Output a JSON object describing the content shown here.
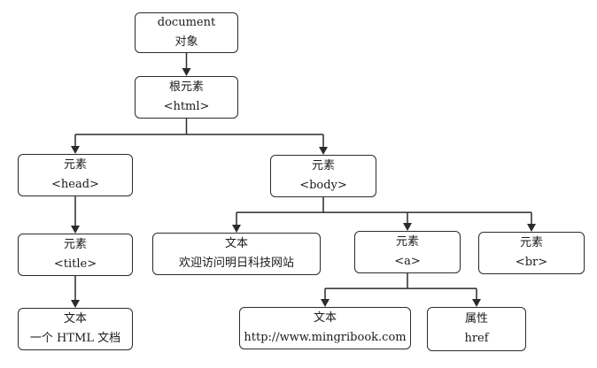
{
  "nodes": {
    "document": {
      "line1": "document",
      "line2": "对象"
    },
    "html": {
      "line1": "根元素",
      "line2": "<html>"
    },
    "head": {
      "line1": "元素",
      "line2": "<head>"
    },
    "body": {
      "line1": "元素",
      "line2": "<body>"
    },
    "title": {
      "line1": "元素",
      "line2": "<title>"
    },
    "text_title": {
      "line1": "文本",
      "line2": "一个 HTML 文档"
    },
    "text_body": {
      "line1": "文本",
      "line2": "欢迎访问明日科技网站"
    },
    "a": {
      "line1": "元素",
      "line2": "<a>"
    },
    "br": {
      "line1": "元素",
      "line2": "<br>"
    },
    "text_a": {
      "line1": "文本",
      "line2": "http://www.mingribook.com"
    },
    "attr_a": {
      "line1": "属性",
      "line2": "href"
    }
  },
  "edges": [
    [
      "document",
      "html"
    ],
    [
      "html",
      "head"
    ],
    [
      "html",
      "body"
    ],
    [
      "head",
      "title"
    ],
    [
      "title",
      "text_title"
    ],
    [
      "body",
      "text_body"
    ],
    [
      "body",
      "a"
    ],
    [
      "body",
      "br"
    ],
    [
      "a",
      "text_a"
    ],
    [
      "a",
      "attr_a"
    ]
  ],
  "colors": {
    "stroke": "#2b2b2b",
    "text": "#1a1a1a",
    "background": "#ffffff"
  }
}
